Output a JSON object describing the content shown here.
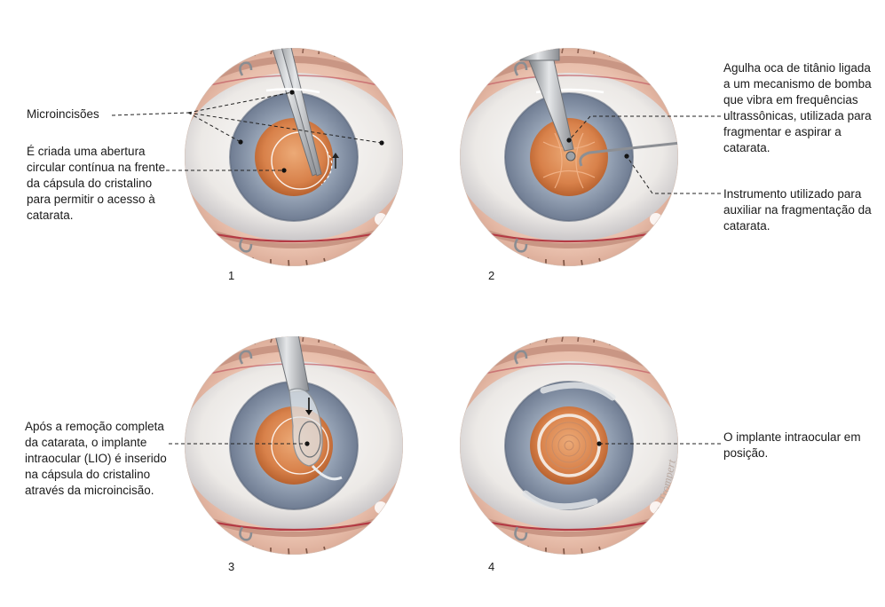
{
  "labels": {
    "microincisions": "Microincisões",
    "capsule_opening": "É criada uma abertura circular contínua na frente da cápsula do cristalino para permitir o acesso à catarata.",
    "needle": "Agulha oca de titânio ligada a um mecanismo de bomba que vibra em frequências ultrassônicas, utilizada para fragmentar e aspirar a catarata.",
    "instrument": "Instrumento utilizado para auxiliar na fragmentação da catarata.",
    "iol_insertion": "Após a remoção completa da catarata, o implante intraocular (LIO) é inserido na cápsula do cristalino através da microincisão.",
    "iol_position": "O implante intraocular em posição."
  },
  "steps": [
    "1",
    "2",
    "3",
    "4"
  ],
  "signature": "R. Trompert",
  "colors": {
    "skin": "#ecc9b8",
    "sclera": "#f4f1ee",
    "iris": "#8f9cb0",
    "pupil": "#d9874f",
    "tool": "#b9bcc0"
  }
}
